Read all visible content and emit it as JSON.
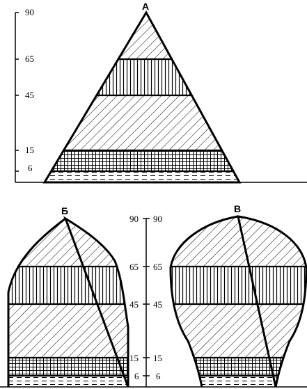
{
  "colors": {
    "ink": "#000000",
    "background": "#ffffff"
  },
  "figures": [
    {
      "id": "A",
      "label": "А",
      "shape": "triangle"
    },
    {
      "id": "B",
      "label": "Б",
      "shape": "bullet"
    },
    {
      "id": "V",
      "label": "В",
      "shape": "bell"
    }
  ],
  "axis_ticks": [
    "90",
    "65",
    "45",
    "15",
    "6"
  ],
  "band_patterns": [
    "dashed-horizontal",
    "grid",
    "diagonal-hatch",
    "vertical-lines",
    "diagonal-hatch"
  ]
}
